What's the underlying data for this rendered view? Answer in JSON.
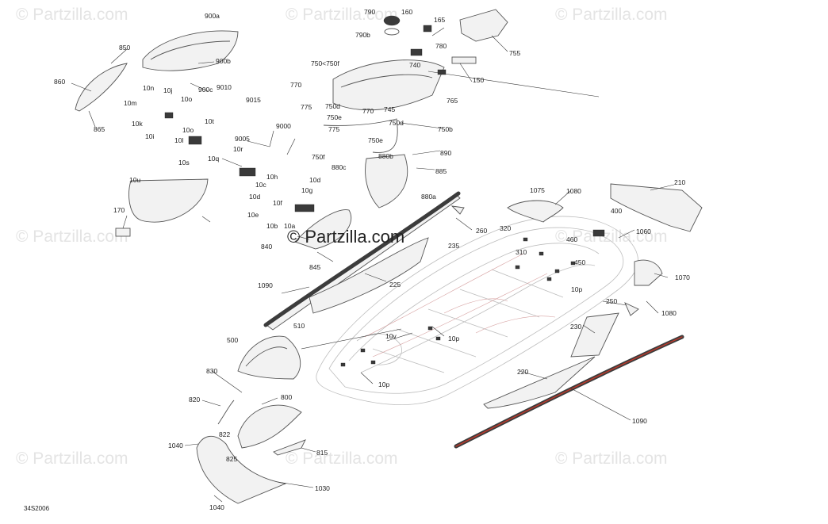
{
  "diagram": {
    "watermark": "© Partzilla.com",
    "center_watermark": "© Partzilla.com",
    "diagram_code": "34S2006",
    "callouts": [
      "900a",
      "850",
      "860",
      "865",
      "900b",
      "900c",
      "10n",
      "10j",
      "10o",
      "10m",
      "10k",
      "10o",
      "10t",
      "10i",
      "10l",
      "10s",
      "9010",
      "9015",
      "9005",
      "9000",
      "10r",
      "10q",
      "10h",
      "10c",
      "10d",
      "10d",
      "10g",
      "10f",
      "10e",
      "10b",
      "10a",
      "790",
      "160",
      "165",
      "755",
      "790b",
      "780",
      "750<750f",
      "770",
      "775",
      "750d",
      "750e",
      "770",
      "740",
      "745",
      "765",
      "150",
      "775",
      "750d",
      "750b",
      "750e",
      "750f",
      "890",
      "880b",
      "880c",
      "885",
      "880a",
      "10u",
      "170",
      "1075",
      "1080",
      "210",
      "400",
      "320",
      "460",
      "1060",
      "310",
      "450",
      "10p",
      "1070",
      "1080",
      "250",
      "260",
      "235",
      "840",
      "845",
      "225",
      "1090",
      "510",
      "500",
      "10v",
      "10p",
      "10p",
      "230",
      "220",
      "830",
      "820",
      "800",
      "822",
      "1040",
      "825",
      "815",
      "1030",
      "1040",
      "1090"
    ]
  }
}
